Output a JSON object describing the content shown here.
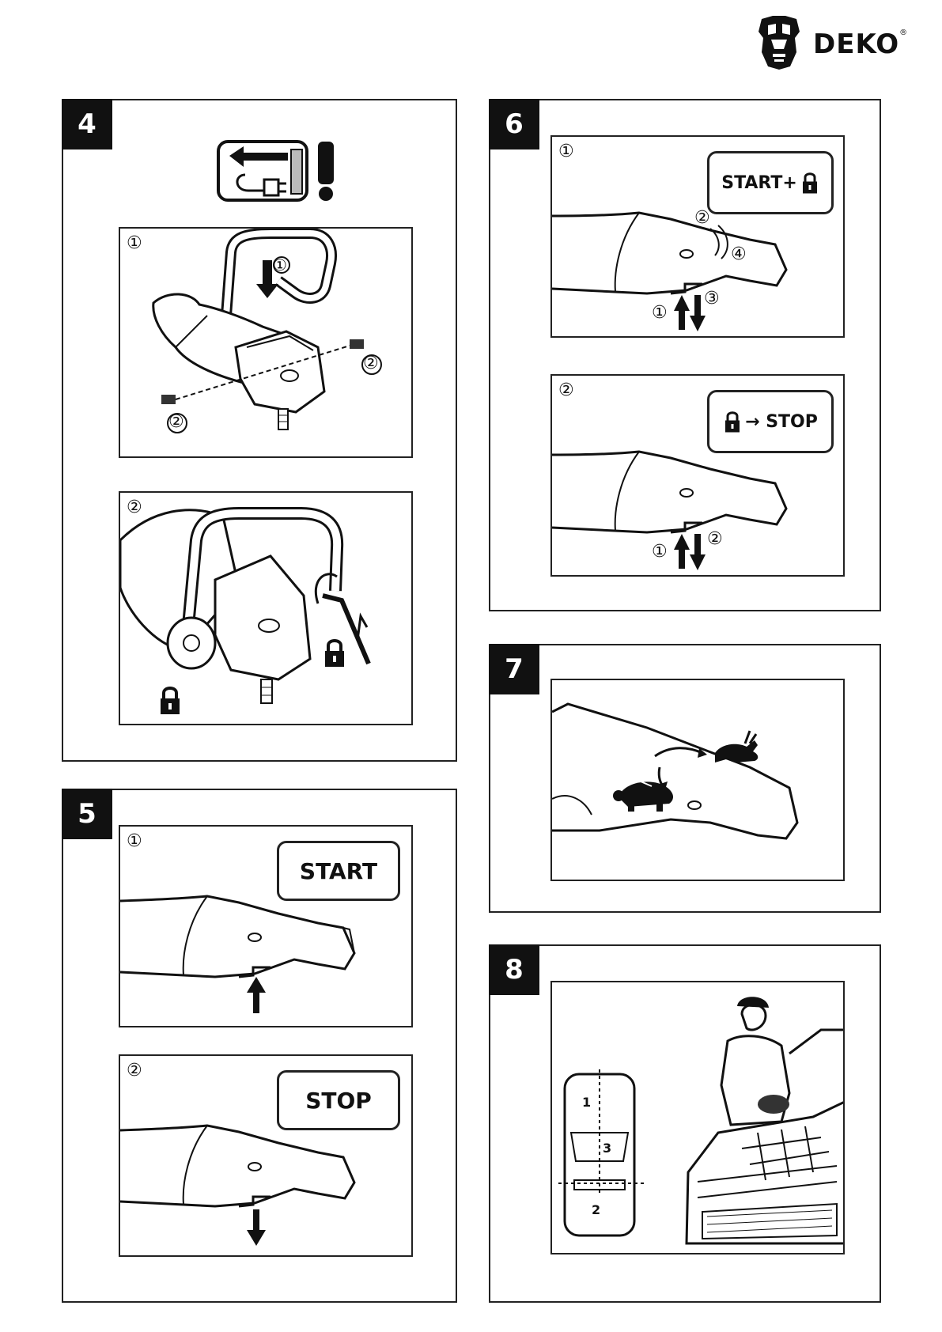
{
  "brand": {
    "name": "DEKO",
    "reg": "®"
  },
  "sections": {
    "s4": {
      "number": "4",
      "panel1_step": "①",
      "panel2_step": "②",
      "labels": {
        "step1": "①",
        "step2a": "②",
        "step2b": "②"
      }
    },
    "s5": {
      "number": "5",
      "panel1_step": "①",
      "panel2_step": "②",
      "start": "START",
      "stop": "STOP"
    },
    "s6": {
      "number": "6",
      "panel1_step": "①",
      "panel2_step": "②",
      "start_lock": "START+",
      "lock_stop": "→ STOP",
      "p1_labels": {
        "a": "②",
        "b": "④",
        "c": "①",
        "d": "③"
      },
      "p2_labels": {
        "a": "①",
        "b": "②"
      }
    },
    "s7": {
      "number": "7"
    },
    "s8": {
      "number": "8",
      "zones": [
        "1",
        "3",
        "2"
      ]
    }
  }
}
